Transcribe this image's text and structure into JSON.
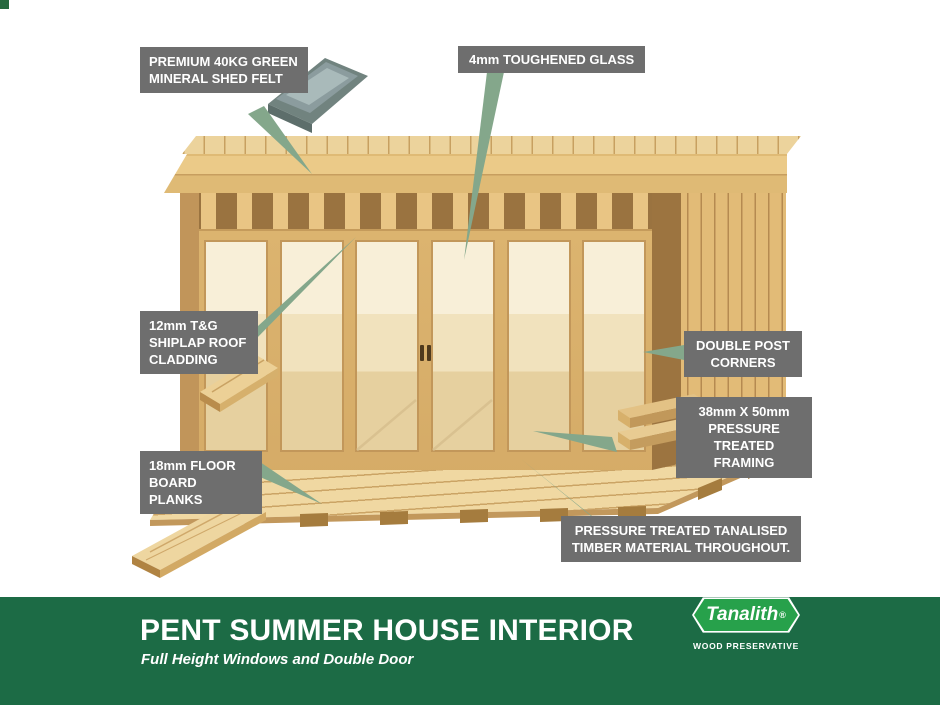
{
  "callouts": {
    "felt": "PREMIUM 40KG GREEN MINERAL SHED FELT",
    "glass": "4mm TOUGHENED GLASS",
    "cladding": "12mm T&G SHIPLAP ROOF CLADDING",
    "corners": "DOUBLE POST CORNERS",
    "framing": "38mm X 50mm PRESSURE TREATED FRAMING",
    "floor": "18mm FLOOR BOARD PLANKS",
    "timber": "PRESSURE TREATED TANALISED TIMBER MATERIAL THROUGHOUT."
  },
  "banner": {
    "title": "PENT SUMMER HOUSE INTERIOR",
    "subtitle": "Full Height Windows and Double Door",
    "logo": {
      "name": "Tanalith",
      "registered": "®",
      "subtitle": "WOOD PRESERVATIVE"
    }
  },
  "colors": {
    "label_bg": "#6e6e6e",
    "arrow_green": "#84a78b",
    "banner_green": "#1c6b45",
    "logo_green": "#27a14b",
    "wood_light": "#ecd39c",
    "wood_dark": "#9c7440",
    "felt_grey": "#8b9c9e"
  }
}
